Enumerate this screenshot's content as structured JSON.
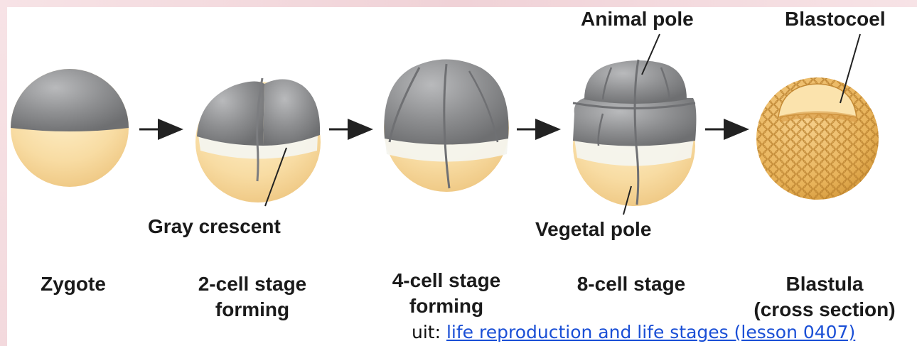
{
  "labels": {
    "animal_pole": "Animal pole",
    "blastocoel": "Blastocoel",
    "gray_crescent": "Gray crescent",
    "vegetal_pole": "Vegetal pole"
  },
  "stages": [
    {
      "line1": "Zygote",
      "line2": ""
    },
    {
      "line1": "2-cell stage",
      "line2": "forming"
    },
    {
      "line1": "4-cell stage",
      "line2": "forming"
    },
    {
      "line1": "8-cell stage",
      "line2": ""
    },
    {
      "line1": "Blastula",
      "line2": "(cross section)"
    }
  ],
  "credit": {
    "prefix": "uit: ",
    "link_text": "life reproduction and life stages (lesson 0407)"
  },
  "colors": {
    "gray_cap": "#8a8b8d",
    "yolk": "#f5d79a",
    "crescent": "#f4f4ee",
    "blastula": "#e7b45e",
    "link": "#1a4fd6"
  }
}
